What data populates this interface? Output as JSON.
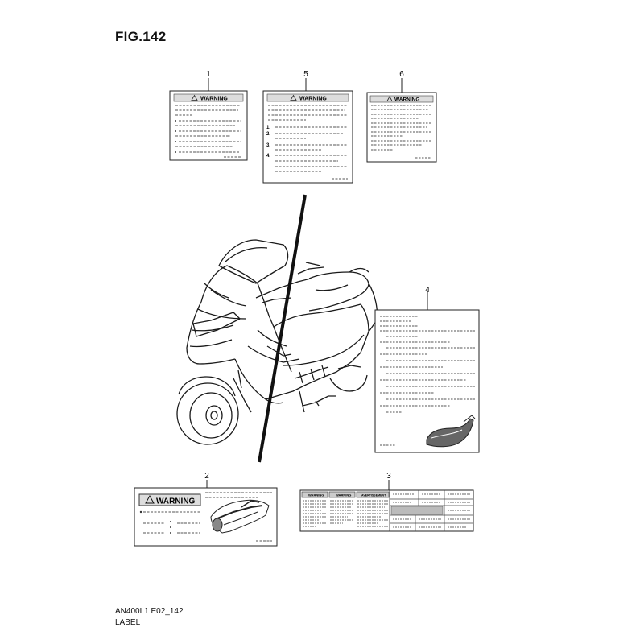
{
  "figure": {
    "title": "FIG.142"
  },
  "footer": {
    "model_code": "AN400L1 E02_142",
    "group_name": "LABEL"
  },
  "parts": [
    {
      "ref": "1",
      "header": "WARNING"
    },
    {
      "ref": "2",
      "header": "WARNING"
    },
    {
      "ref": "3",
      "headers": [
        "WARNING",
        "WARNING",
        "AVERTISSEMENT"
      ]
    },
    {
      "ref": "4"
    },
    {
      "ref": "5",
      "header": "WARNING",
      "steps": [
        "1.",
        "2.",
        "3.",
        "4."
      ]
    },
    {
      "ref": "6",
      "header": "WARNING"
    }
  ]
}
